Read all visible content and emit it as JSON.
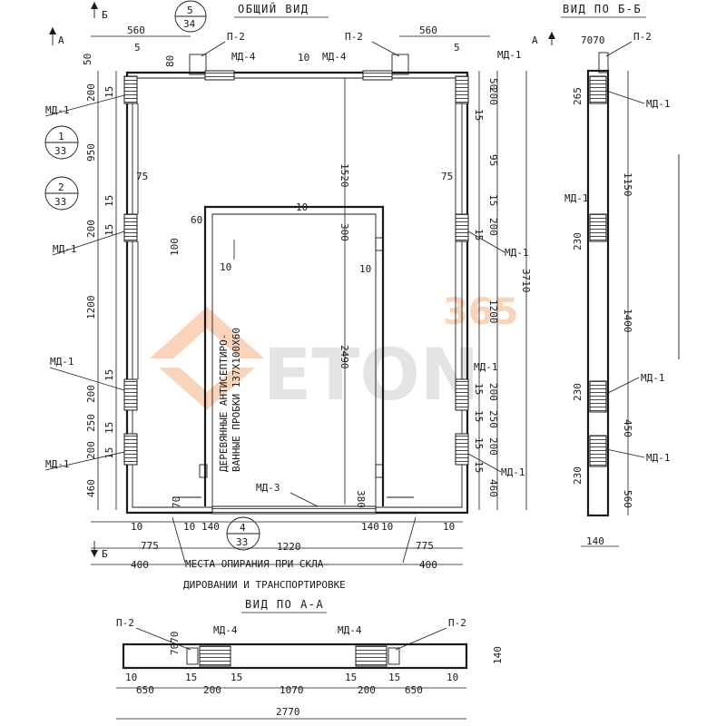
{
  "titles": {
    "general_view": "ОБЩИЙ ВИД",
    "view_b": "ВИД ПО Б-Б",
    "view_a": "ВИД ПО А-А"
  },
  "section_markers": {
    "a": "А",
    "b": "Б"
  },
  "callouts": [
    {
      "num": "5",
      "sheet": "34"
    },
    {
      "num": "1",
      "sheet": "33"
    },
    {
      "num": "2",
      "sheet": "33"
    },
    {
      "num": "4",
      "sheet": "33"
    }
  ],
  "parts": {
    "p2": "П-2",
    "md1": "МД-1",
    "md3": "МД-3",
    "md4": "МД-4"
  },
  "notes": {
    "wood_plugs_line1": "ДЕРЕВЯННЫЕ АНТИСЕПТИРО-",
    "wood_plugs_line2": "ВАННЫЕ ПРОБКИ 137Х100Х60",
    "support_line1": "МЕСТА ОПИРАНИЯ ПРИ СКЛА-",
    "support_line2": "ДИРОВАНИИ И ТРАНСПОРТИРОВКЕ"
  },
  "dims": {
    "d560": "560",
    "d5": "5",
    "d50": "50",
    "d80": "80",
    "d10": "10",
    "d75": "75",
    "d200": "200",
    "d15": "15",
    "d950": "950",
    "d1200": "1200",
    "d250": "250",
    "d460": "460",
    "d1520": "1520",
    "d2490": "2490",
    "d3710": "3710",
    "d95": "95",
    "d300": "300",
    "d60": "60",
    "d100": "100",
    "d380": "380",
    "d70": "70",
    "d140": "140",
    "d775": "775",
    "d1220": "1220",
    "d400": "400",
    "d265": "265",
    "d1150": "1150",
    "d1400": "1400",
    "d450": "450",
    "d230": "230",
    "d650": "650",
    "d1070": "1070",
    "d2770": "2770",
    "d7070": "7070"
  },
  "watermark": {
    "brand": "ETON",
    "number": "365"
  }
}
